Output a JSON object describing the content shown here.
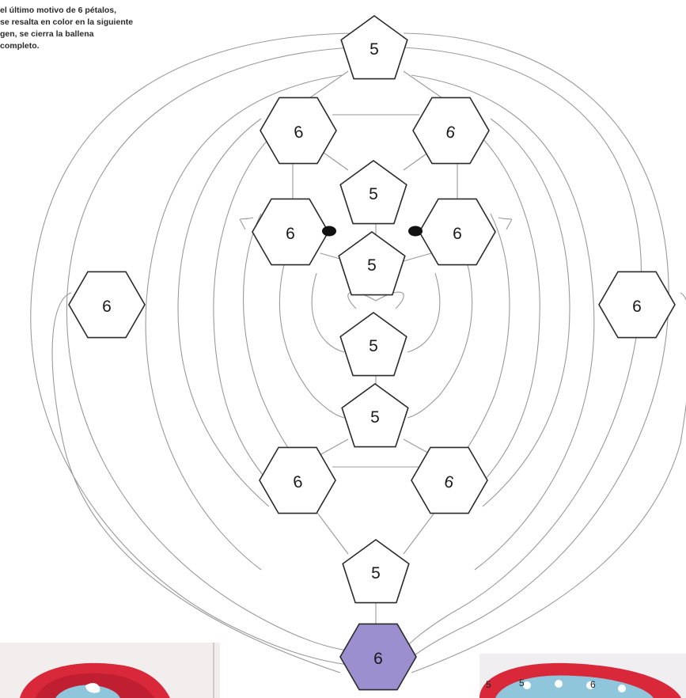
{
  "caption_lines": [
    "el último motivo de 6 pétalos,",
    "se resalta en color en la siguiente",
    "gen, se cierra la ballena",
    "completo."
  ],
  "motifs": [
    {
      "label": "5",
      "shape": "pentagon",
      "highlight": false
    },
    {
      "label": "6",
      "shape": "hexagon",
      "highlight": false
    },
    {
      "label": "6",
      "shape": "hexagon",
      "highlight": false
    },
    {
      "label": "5",
      "shape": "pentagon",
      "highlight": false
    },
    {
      "label": "6",
      "shape": "hexagon",
      "highlight": false
    },
    {
      "label": "6",
      "shape": "hexagon",
      "highlight": false
    },
    {
      "label": "5",
      "shape": "pentagon",
      "highlight": false
    },
    {
      "label": "6",
      "shape": "hexagon",
      "highlight": false
    },
    {
      "label": "6",
      "shape": "hexagon",
      "highlight": false
    },
    {
      "label": "5",
      "shape": "pentagon",
      "highlight": false
    },
    {
      "label": "5",
      "shape": "pentagon",
      "highlight": false
    },
    {
      "label": "6",
      "shape": "hexagon",
      "highlight": false
    },
    {
      "label": "6",
      "shape": "hexagon",
      "highlight": false
    },
    {
      "label": "5",
      "shape": "pentagon",
      "highlight": false
    },
    {
      "label": "6",
      "shape": "hexagon",
      "highlight": true
    }
  ],
  "eyes": 2,
  "photo_labels": [
    "5",
    "5",
    "6"
  ],
  "colors": {
    "line": "#9a9a9a",
    "outline": "#2a2a2a",
    "highlight_fill": "#9b8fd0",
    "photo_red": "#d8283a",
    "photo_blue": "#8fc6dc"
  }
}
